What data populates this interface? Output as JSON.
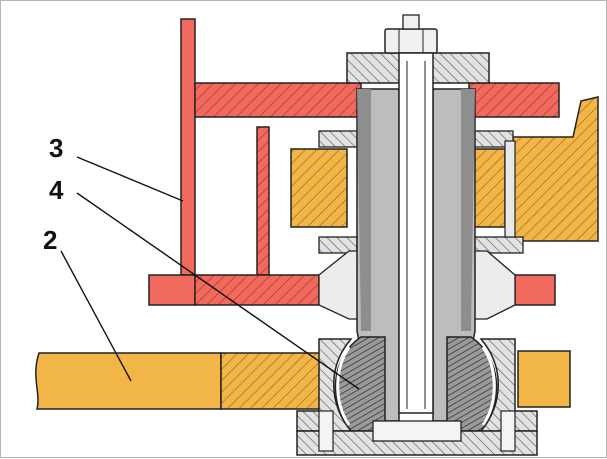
{
  "labels": {
    "callout_3": "3",
    "callout_4": "4",
    "callout_2": "2"
  },
  "colors": {
    "frame_red": "#f06a5e",
    "wood_orange": "#f2b648",
    "steel_grey": "#bdbdbd",
    "dark_grey": "#7a7a7a",
    "outline": "#222222"
  }
}
